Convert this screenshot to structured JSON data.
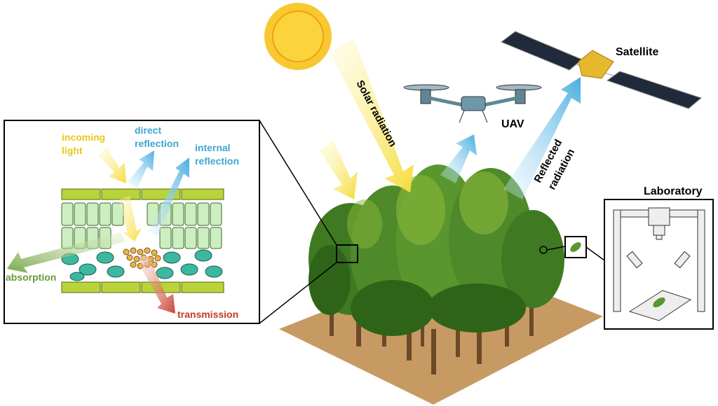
{
  "labels": {
    "incoming_light": [
      "incoming",
      "light"
    ],
    "direct_reflection": [
      "direct",
      "reflection"
    ],
    "internal_reflection": [
      "internal",
      "reflection"
    ],
    "absorption": "absorption",
    "transmission": "transmission",
    "solar_radiation": "Solar radiation",
    "uav": "UAV",
    "satellite": "Satellite",
    "reflected_radiation": [
      "Reflected",
      "radiation"
    ],
    "laboratory": "Laboratory"
  },
  "colors": {
    "incoming": "#e8c81a",
    "reflection": "#3aa6d0",
    "absorption": "#6a9a3a",
    "transmission": "#c0392b",
    "ground": "#c89a63",
    "foliage": "#4e8a2a",
    "sun": "#f7c21a"
  }
}
